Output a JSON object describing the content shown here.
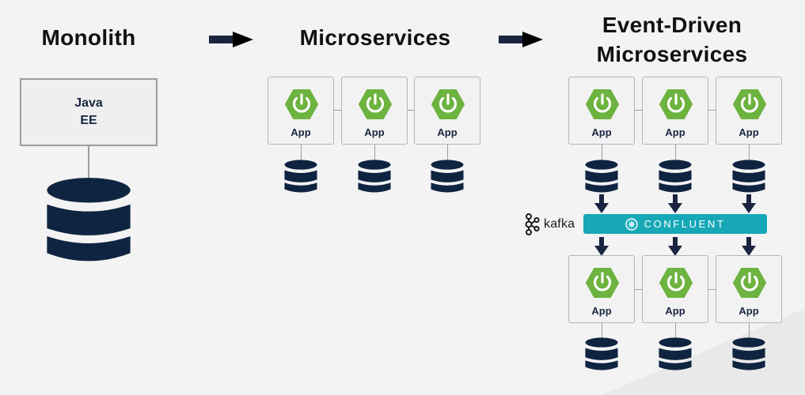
{
  "titles": {
    "monolith": "Monolith",
    "microservices": "Microservices",
    "event_driven_line1": "Event-Driven",
    "event_driven_line2": "Microservices"
  },
  "monolith_box": {
    "line1": "Java",
    "line2": "EE"
  },
  "app_label": "App",
  "kafka": {
    "label": "kafka",
    "icon": "kafka-logo-icon"
  },
  "confluent": {
    "label": "CONFLUENT",
    "icon": "confluent-logo-icon"
  },
  "icons": {
    "service": "spring-power-icon",
    "database": "database-icon",
    "transition": "arrow-right-icon",
    "flow": "arrow-down-icon"
  },
  "colors": {
    "background": "#f3f3f4",
    "title": "#111111",
    "navy": "#1a2541",
    "spring_green": "#6db33f",
    "confluent_teal": "#17a8b8",
    "box_border": "#9a9ca0"
  }
}
